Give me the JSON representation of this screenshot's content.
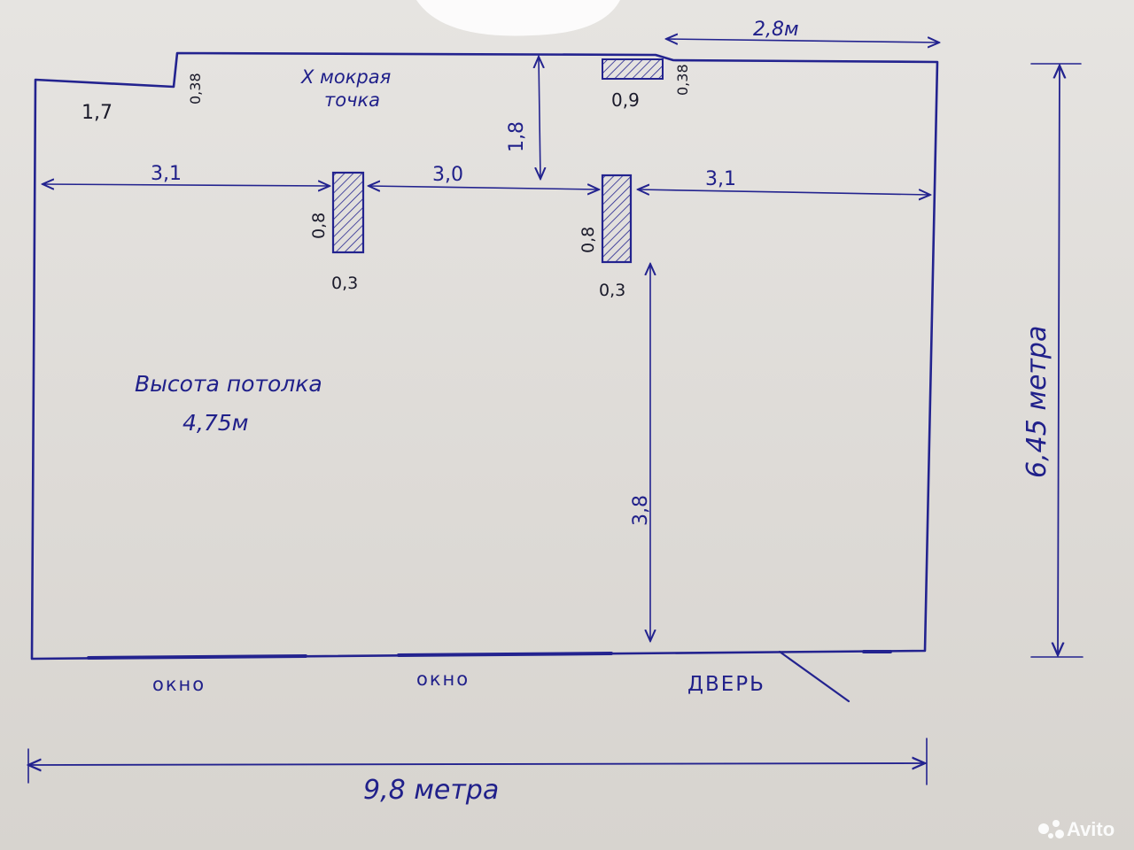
{
  "labels": {
    "corner_width": "1,7",
    "corner_height": "0,38",
    "wet_point": "Х мокрая",
    "wet_point_2": "точка",
    "top_right_span": "2,8м",
    "vent_width": "0,9",
    "vent_depth": "0,38",
    "col_offset_top": "1,8",
    "left_span": "3,1",
    "middle_span": "3,0",
    "right_span": "3,1",
    "col1_height": "0,8",
    "col1_width": "0,3",
    "col2_height": "0,8",
    "col2_width": "0,3",
    "ceiling_line1": "Высота потолка",
    "ceiling_line2": "4,75м",
    "lower_span": "3,8",
    "room_height": "6,45 метра",
    "room_width": "9,8 метра",
    "window_1": "окно",
    "window_2": "окно",
    "door": "ДВЕРЬ"
  },
  "watermark": {
    "text": "Avito",
    "color": "#ffffff"
  },
  "colors": {
    "ink": "#23238f",
    "paper": "#e2e0dd"
  }
}
